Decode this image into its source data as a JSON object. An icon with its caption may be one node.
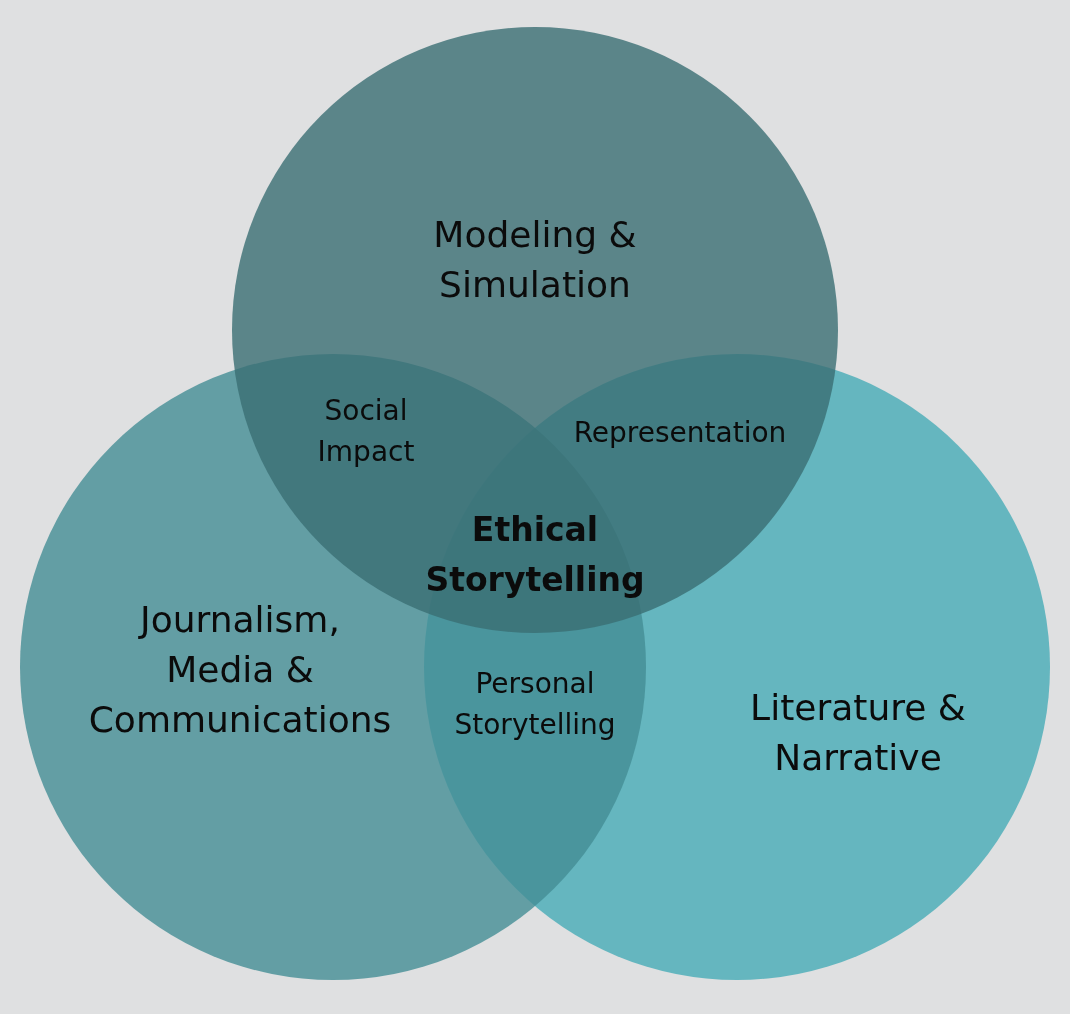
{
  "diagram": {
    "nodes": [
      {
        "text": [
          "Modeling & Simulation"
        ]
      },
      {
        "text": [
          "Journalism, Media & Communications"
        ]
      },
      {
        "text": [
          "Literature & Narrative"
        ]
      }
    ],
    "labels": [
      "Social Impact",
      "Representation",
      "Ethical Storytelling",
      "Personal Storytelling"
    ]
  }
}
